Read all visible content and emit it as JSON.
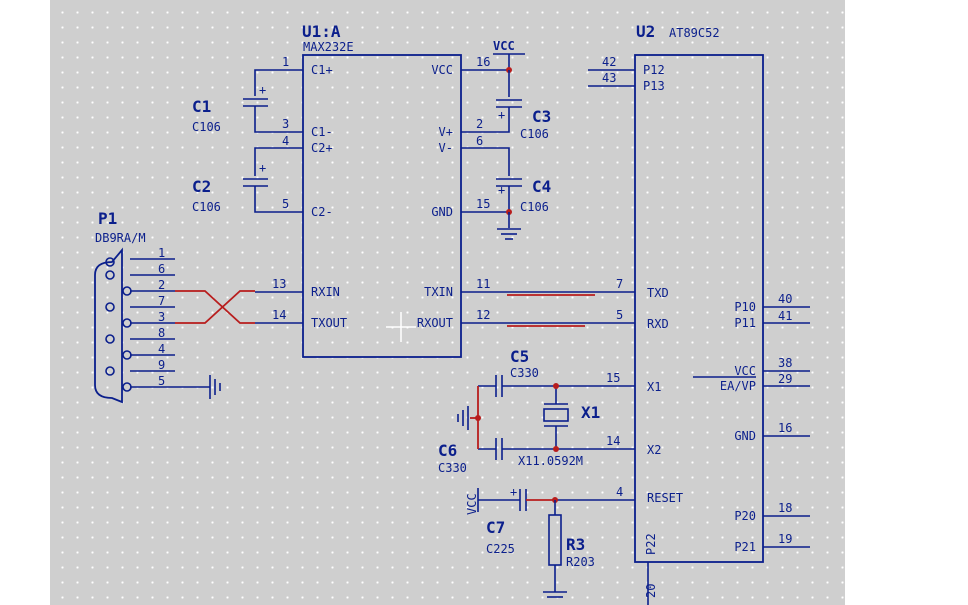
{
  "u1": {
    "ref": "U1:A",
    "part": "MAX232E",
    "left_pins": [
      {
        "num": "1",
        "name": "C1+"
      },
      {
        "num": "3",
        "name": "C1-"
      },
      {
        "num": "4",
        "name": "C2+"
      },
      {
        "num": "5",
        "name": "C2-"
      },
      {
        "num": "13",
        "name": "RXIN"
      },
      {
        "num": "14",
        "name": "TXOUT"
      }
    ],
    "right_pins": [
      {
        "num": "16",
        "name": "VCC"
      },
      {
        "num": "2",
        "name": "V+"
      },
      {
        "num": "6",
        "name": "V-"
      },
      {
        "num": "15",
        "name": "GND"
      },
      {
        "num": "11",
        "name": "TXIN"
      },
      {
        "num": "12",
        "name": "RXOUT"
      }
    ]
  },
  "u2": {
    "ref": "U2",
    "part": "AT89C52",
    "left_pins": [
      {
        "num": "42",
        "name": "P12"
      },
      {
        "num": "43",
        "name": "P13"
      },
      {
        "num": "7",
        "name": "TXD"
      },
      {
        "num": "5",
        "name": "RXD"
      },
      {
        "num": "15",
        "name": "X1"
      },
      {
        "num": "14",
        "name": "X2"
      },
      {
        "num": "4",
        "name": "RESET"
      }
    ],
    "right_pins": [
      {
        "num": "40",
        "name": "P10"
      },
      {
        "num": "41",
        "name": "P11"
      },
      {
        "num": "38",
        "name": "VCC"
      },
      {
        "num": "29",
        "name": "EA/VP"
      },
      {
        "num": "16",
        "name": "GND"
      },
      {
        "num": "18",
        "name": "P20"
      },
      {
        "num": "19",
        "name": "P21"
      }
    ],
    "bottom_pin": {
      "num": "20",
      "name": "P22"
    }
  },
  "p1": {
    "ref": "P1",
    "part": "DB9RA/M",
    "pins": [
      "1",
      "6",
      "2",
      "7",
      "3",
      "8",
      "4",
      "9",
      "5"
    ]
  },
  "components": {
    "c1": {
      "ref": "C1",
      "value": "C106"
    },
    "c2": {
      "ref": "C2",
      "value": "C106"
    },
    "c3": {
      "ref": "C3",
      "value": "C106"
    },
    "c4": {
      "ref": "C4",
      "value": "C106"
    },
    "c5": {
      "ref": "C5",
      "value": "C330"
    },
    "c6": {
      "ref": "C6",
      "value": "C330"
    },
    "c7": {
      "ref": "C7",
      "value": "C225"
    },
    "x1": {
      "ref": "X1",
      "value": "X11.0592M"
    },
    "r3": {
      "ref": "R3",
      "value": "R203"
    }
  },
  "power": {
    "vcc_top": "VCC",
    "vcc_reset": "VCC",
    "plus": "+"
  },
  "colors": {
    "wire": "#0b1f8c",
    "net_highlight": "#b81d1d",
    "sheet": "#cfcfcf"
  }
}
